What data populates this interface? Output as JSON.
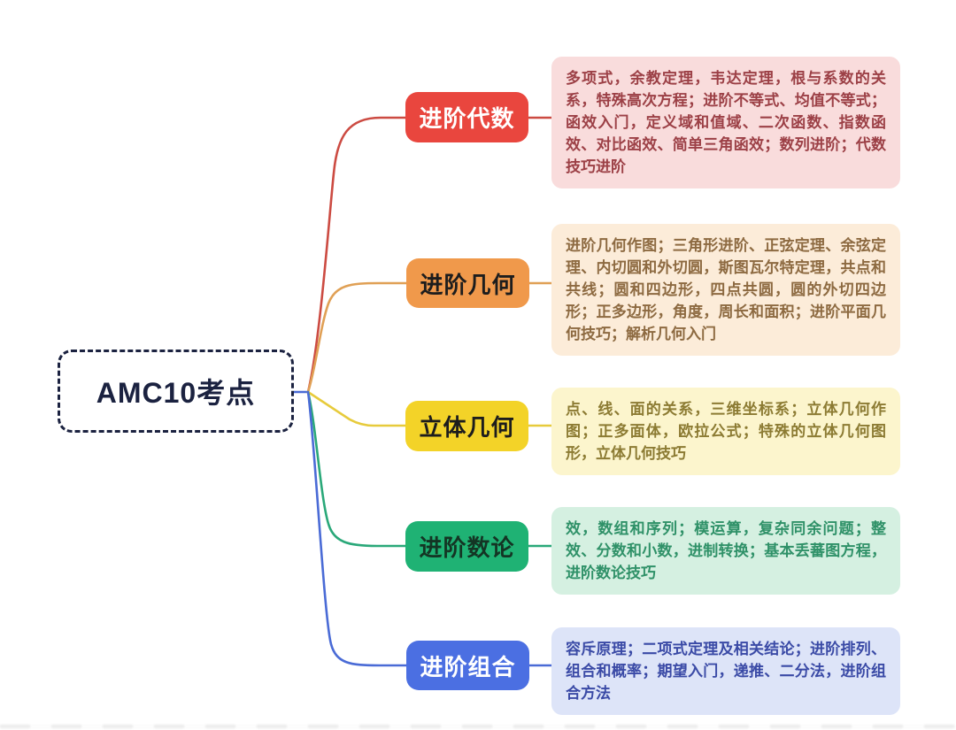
{
  "root": {
    "label": "AMC10考点",
    "border_color": "#1b2240",
    "text_color": "#1b2240"
  },
  "branches": [
    {
      "id": "advanced-algebra",
      "label": "进阶代数",
      "label_bg": "#e9463e",
      "label_text_color": "#ffffff",
      "line_color": "#cc4b42",
      "box_bg": "#f9dcdc",
      "box_text_color": "#9c4046",
      "content": "多项式，余教定理，韦达定理，根与系数的关系，特殊高次方程；进阶不等式、均值不等式；函效入门，定义域和值域、二次函数、指数函效、对比函效、简单三角函效；数列进阶；代数技巧进阶"
    },
    {
      "id": "advanced-geometry",
      "label": "进阶几何",
      "label_bg": "#f0994b",
      "label_text_color": "#1d1d1d",
      "line_color": "#e0a055",
      "box_bg": "#fcecd9",
      "box_text_color": "#8d6a41",
      "content": "进阶几何作图；三角形进阶、正弦定理、余弦定理、内切圆和外切圆，斯图瓦尔特定理，共点和共线；圆和四边形，四点共圆，圆的外切四边形；正多边形，角度，周长和面积；进阶平面几何技巧；解析几何入门"
    },
    {
      "id": "solid-geometry",
      "label": "立体几何",
      "label_bg": "#f3d328",
      "label_text_color": "#1d1d1d",
      "line_color": "#e7cb3c",
      "box_bg": "#fcf5cd",
      "box_text_color": "#8c7b33",
      "content": "点、线、面的关系，三维坐标系；立体几何作图；正多面体，欧拉公式；特殊的立体几何图形，立体几何技巧"
    },
    {
      "id": "advanced-number-theory",
      "label": "进阶数论",
      "label_bg": "#1fb274",
      "label_text_color": "#143524",
      "line_color": "#2aa879",
      "box_bg": "#d5f0e1",
      "box_text_color": "#2f9168",
      "content": "效，数组和序列；模运算，复杂同余问题；整效、分数和小数，进制转换；基本丢蕃图方程，进阶数论技巧"
    },
    {
      "id": "advanced-combinatorics",
      "label": "进阶组合",
      "label_bg": "#4b6fe2",
      "label_text_color": "#ffffff",
      "line_color": "#4a6bd6",
      "box_bg": "#dde4f8",
      "box_text_color": "#3a4aa6",
      "content": "容斥原理；二项式定理及相关结论；进阶排列、组合和概率；期望入门，递推、二分法，进阶组合方法"
    }
  ]
}
